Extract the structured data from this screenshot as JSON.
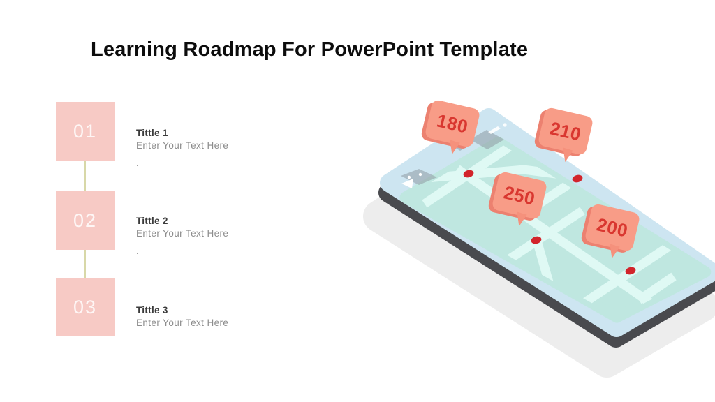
{
  "slide": {
    "title": "Learning Roadmap For PowerPoint Template"
  },
  "steps": [
    {
      "number": "01",
      "title": "Tittle 1",
      "body": "Enter Your Text Here",
      "note": "."
    },
    {
      "number": "02",
      "title": "Tittle 2",
      "body": "Enter Your Text Here",
      "note": "."
    },
    {
      "number": "03",
      "title": "Tittle 3",
      "body": "Enter Your Text Here",
      "note": ""
    }
  ],
  "phone_map": {
    "pins": [
      {
        "value": "180"
      },
      {
        "value": "210"
      },
      {
        "value": "250"
      },
      {
        "value": "200"
      }
    ]
  },
  "colors": {
    "step_box": "#f7cac5",
    "step_number": "#fbe6e3",
    "connector_line": "#d8d8a8",
    "map_surface": "#bfe7e0",
    "map_roads": "#dff9f4",
    "phone_bezel": "#cde5f1",
    "phone_body": "#494a4e",
    "phone_shadow": "#ededed",
    "pin_face": "#f89c87",
    "pin_side": "#ec8170",
    "pin_text": "#d93730",
    "pin_dot": "#d2242b"
  }
}
